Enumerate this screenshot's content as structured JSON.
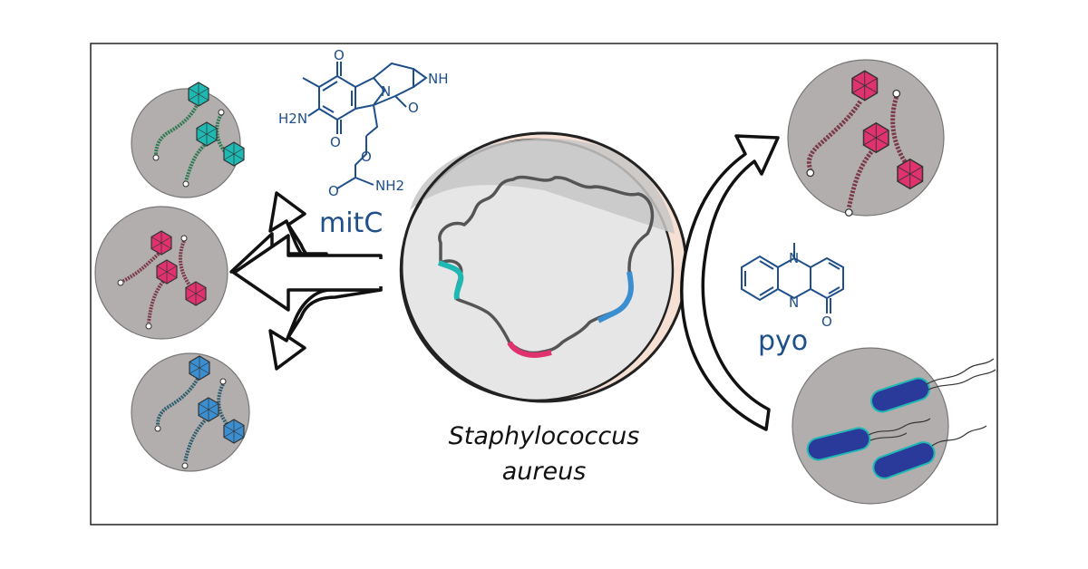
{
  "drugs": {
    "mitomycin": {
      "label": "mitC",
      "atoms": {
        "nh": "NH",
        "h2n": "H2N",
        "ome": "O",
        "nh2": "NH2",
        "o1": "O",
        "o2": "O",
        "o3": "O",
        "o4": "O",
        "n": "N"
      }
    },
    "pyocyanin": {
      "label": "pyo",
      "atoms": {
        "n_top": "N",
        "n_mid": "N",
        "o": "O"
      }
    }
  },
  "organism": {
    "name_line1": "Staphylococcus",
    "name_line2": "aureus"
  },
  "colors": {
    "teal": "#1fb8b2",
    "pink": "#e0326e",
    "blue": "#3b8fd0",
    "circle_gray": "#b3aeae",
    "chem_blue": "#1f4f8a"
  }
}
